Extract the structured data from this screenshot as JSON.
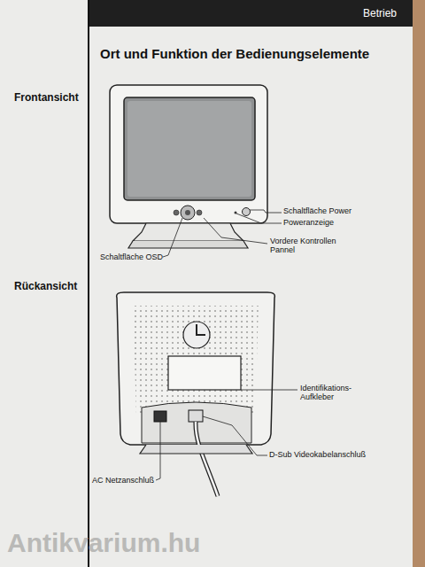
{
  "diagram": {
    "title": "Ort und Funktion der Bedienungselemente",
    "labels": [
      "Betrieb",
      "Frontansicht",
      "Rückansicht",
      "Schaltfläche Power",
      "Poweranzeige",
      "Vordere Kontrollen Pannel",
      "Schaltfläche OSD",
      "Identifikations- Aufkleber",
      "D-Sub Videokabelanschluß",
      "AC Netzanschluß",
      "Antikvarium.hu"
    ]
  }
}
